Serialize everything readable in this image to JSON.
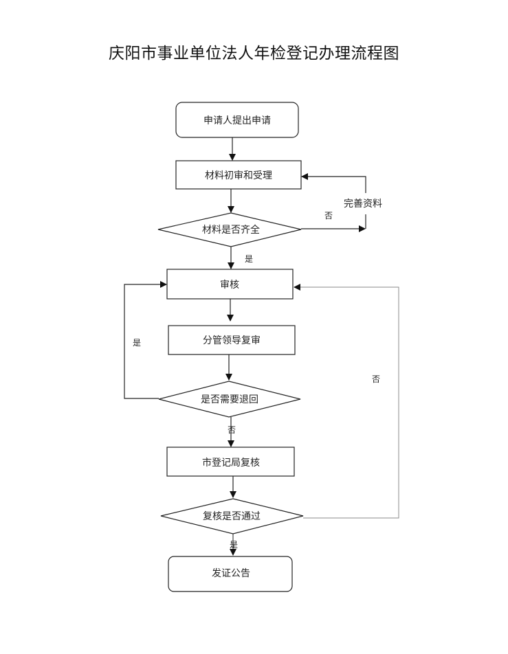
{
  "title": "庆阳市事业单位法人年检登记办理流程图",
  "nodes": {
    "apply": "申请人提出申请",
    "initial_review": "材料初审和受理",
    "materials_complete": "材料是否齐全",
    "review": "审核",
    "leader_review": "分管领导复审",
    "need_return": "是否需要退回",
    "city_review": "市登记局复核",
    "review_passed": "复核是否通过",
    "issue_notice": "发证公告"
  },
  "edges": {
    "improve_materials": "完善资料",
    "materials_no": "否",
    "materials_yes": "是",
    "return_yes": "是",
    "return_no": "否",
    "passed_no": "否",
    "passed_yes": "是"
  }
}
